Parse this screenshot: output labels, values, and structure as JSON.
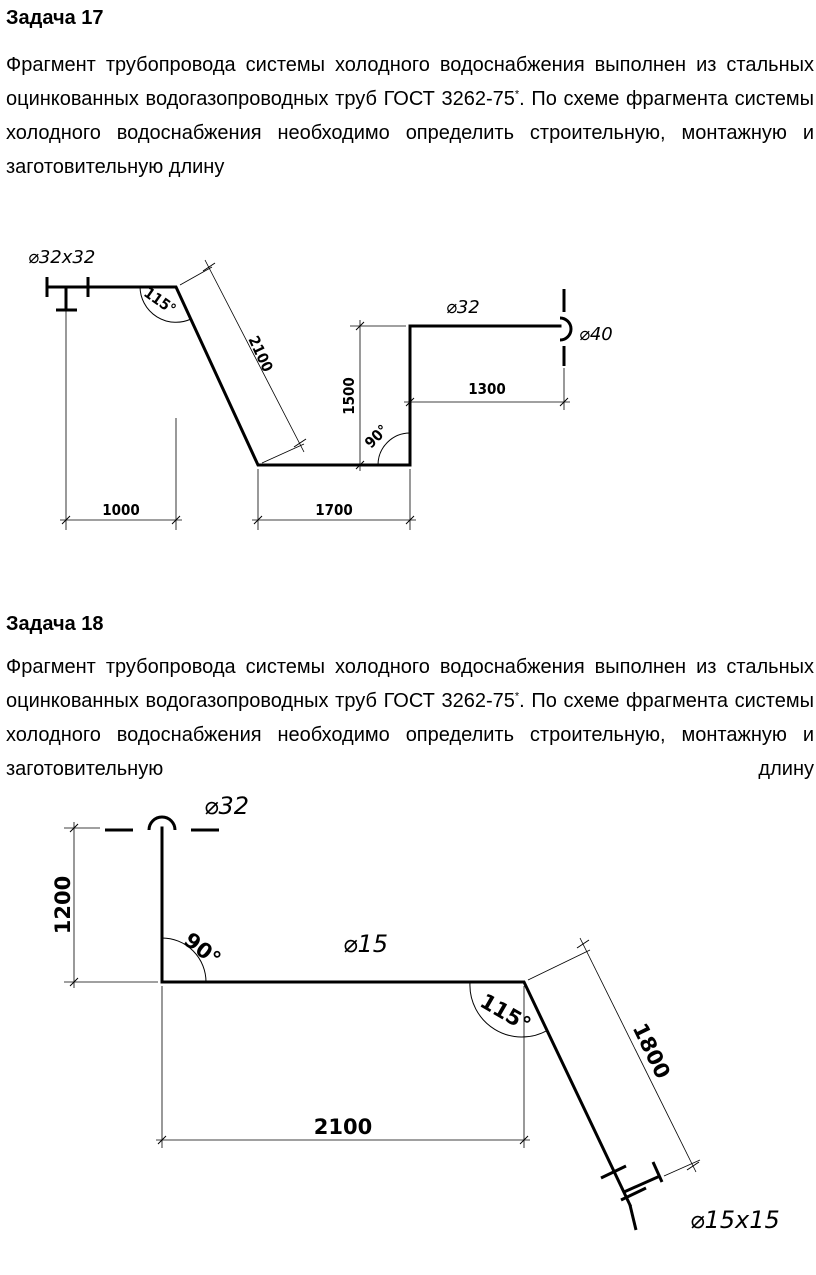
{
  "task17": {
    "title": "Задача 17",
    "text_main": "Фрагмент трубопровода системы холодного водоснабжения выполнен из стальных оцинкованных водогазопроводных труб ГОСТ 3262-75",
    "text_sup": "*",
    "text_rest": ". По схеме фрагмента системы холодного водоснабжения необходимо определить строительную, монтажную и заготовительную длину",
    "diagram": {
      "diam_start": "⌀32x32",
      "diam_mid": "⌀32",
      "diam_end": "⌀40",
      "angle_top": "115°",
      "angle_bottom": "90°",
      "dim_diagonal": "2100",
      "dim_vertical": "1500",
      "dim_horizontal_right": "1300",
      "dim_left": "1000",
      "dim_bottom": "1700"
    }
  },
  "task18": {
    "title": "Задача 18",
    "text_main": "Фрагмент трубопровода системы холодного водоснабжения выполнен из стальных оцинкованных водогазопроводных труб ГОСТ 3262-75",
    "text_sup": "*",
    "text_rest": ". По схеме фрагмента системы холодного водоснабжения необходимо определить строительную, монтажную и заготовительную длину",
    "diagram": {
      "diam_top": "⌀32",
      "diam_mid": "⌀15",
      "diam_end": "⌀15x15",
      "angle_left": "90°",
      "angle_right": "115°",
      "dim_vertical": "1200",
      "dim_horizontal": "2100",
      "dim_diagonal": "1800"
    }
  }
}
